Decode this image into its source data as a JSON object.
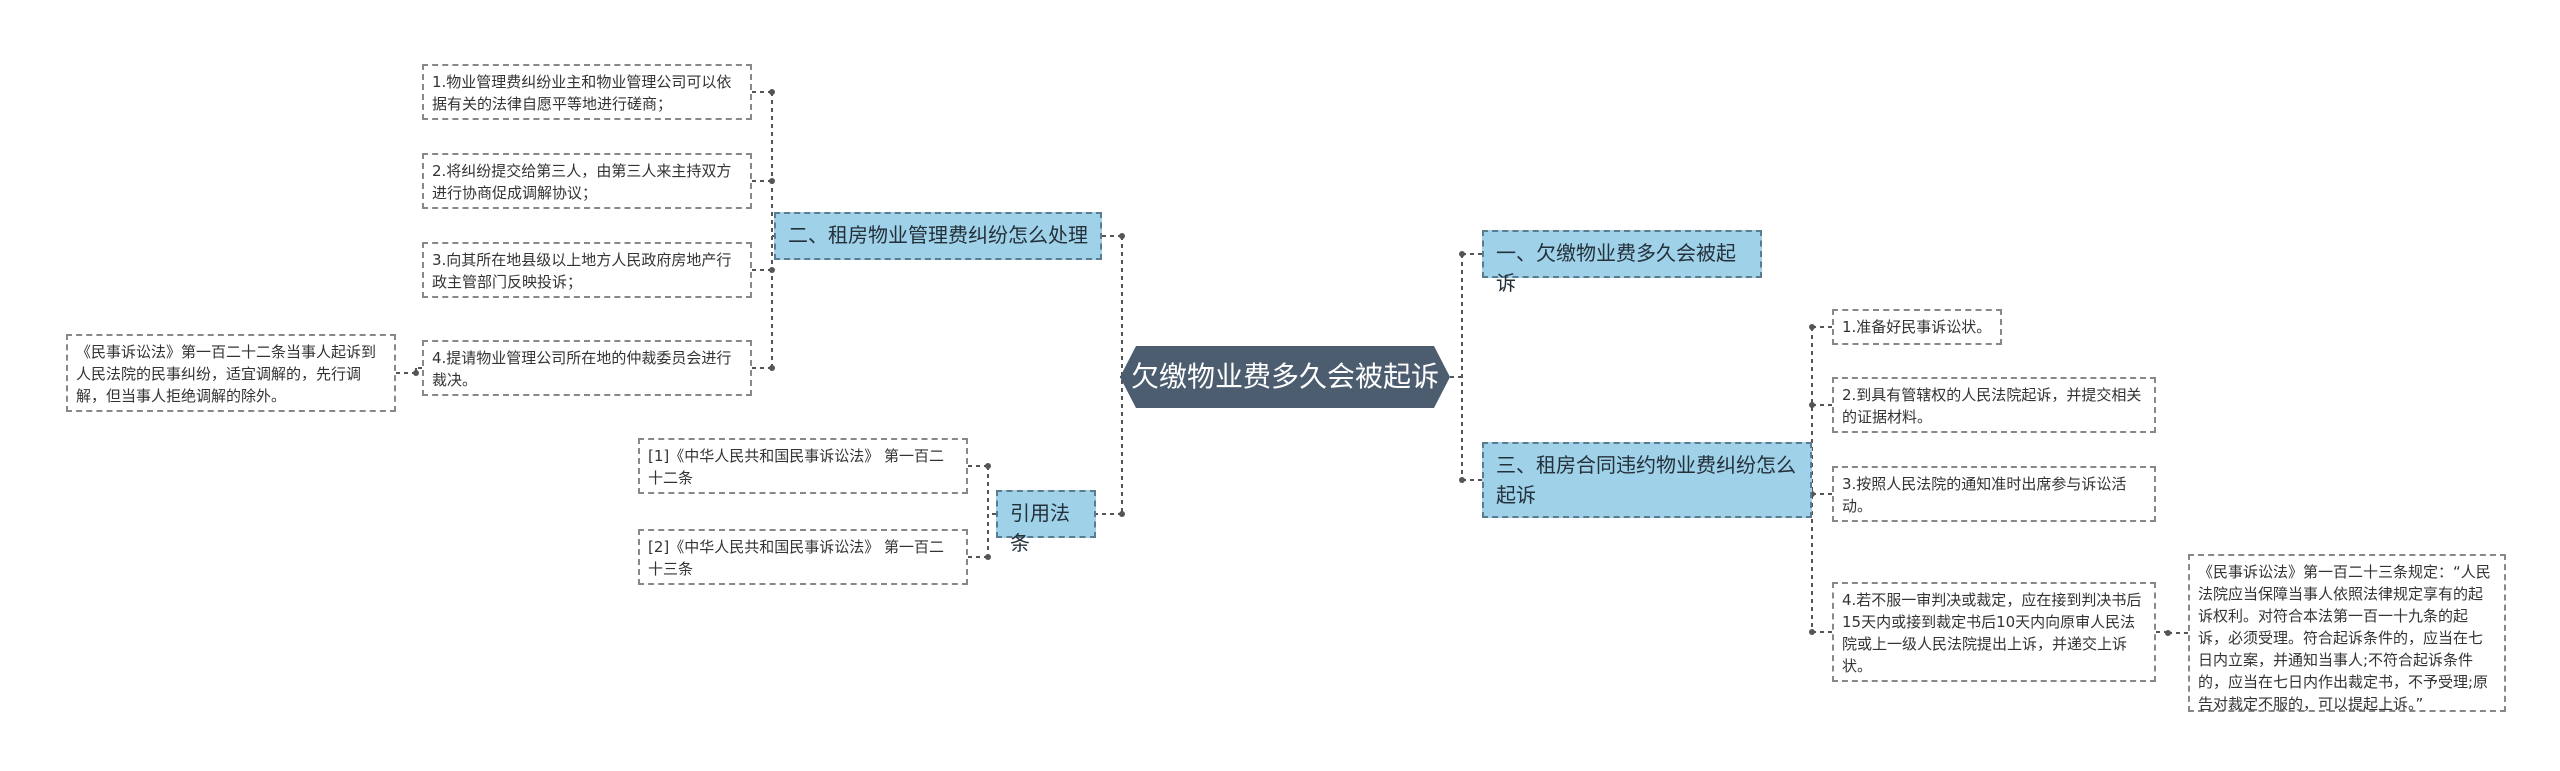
{
  "root": {
    "label": "欠缴物业费多久会被起诉"
  },
  "branches": {
    "b1": {
      "label": "一、欠缴物业费多久会被起诉"
    },
    "b2": {
      "label": "二、租房物业管理费纠纷怎么处理"
    },
    "b3": {
      "label": "三、租房合同违约物业费纠纷怎么起诉"
    },
    "b4": {
      "label": "引用法条"
    }
  },
  "leaves": {
    "b2_1": "1.物业管理费纠纷业主和物业管理公司可以依据有关的法律自愿平等地进行磋商；",
    "b2_2": "2.将纠纷提交给第三人，由第三人来主持双方进行协商促成调解协议；",
    "b2_3": "3.向其所在地县级以上地方人民政府房地产行政主管部门反映投诉；",
    "b2_4": "4.提请物业管理公司所在地的仲裁委员会进行裁决。",
    "b2_4_note": "《民事诉讼法》第一百二十二条当事人起诉到人民法院的民事纠纷，适宜调解的，先行调解，但当事人拒绝调解的除外。",
    "b4_1": "[1]《中华人民共和国民事诉讼法》 第一百二十二条",
    "b4_2": "[2]《中华人民共和国民事诉讼法》 第一百二十三条",
    "b3_1": "1.准备好民事诉讼状。",
    "b3_2": "2.到具有管辖权的人民法院起诉，并提交相关的证据材料。",
    "b3_3": "3.按照人民法院的通知准时出席参与诉讼活动。",
    "b3_4": "4.若不服一审判决或裁定，应在接到判决书后15天内或接到裁定书后10天内向原审人民法院或上一级人民法院提出上诉，并递交上诉状。",
    "b3_4_note": "《民事诉讼法》第一百二十三条规定：“人民法院应当保障当事人依照法律规定享有的起诉权利。对符合本法第一百一十九条的起诉，必须受理。符合起诉条件的，应当在七日内立案，并通知当事人;不符合起诉条件的，应当在七日内作出裁定书，不予受理;原告对裁定不服的，可以提起上诉。”"
  },
  "colors": {
    "root_fill": "#4c5d70",
    "branch_fill": "#9fd1e8",
    "branch_border": "#5a7c8e",
    "leaf_border": "#888888",
    "connector": "#555555"
  }
}
